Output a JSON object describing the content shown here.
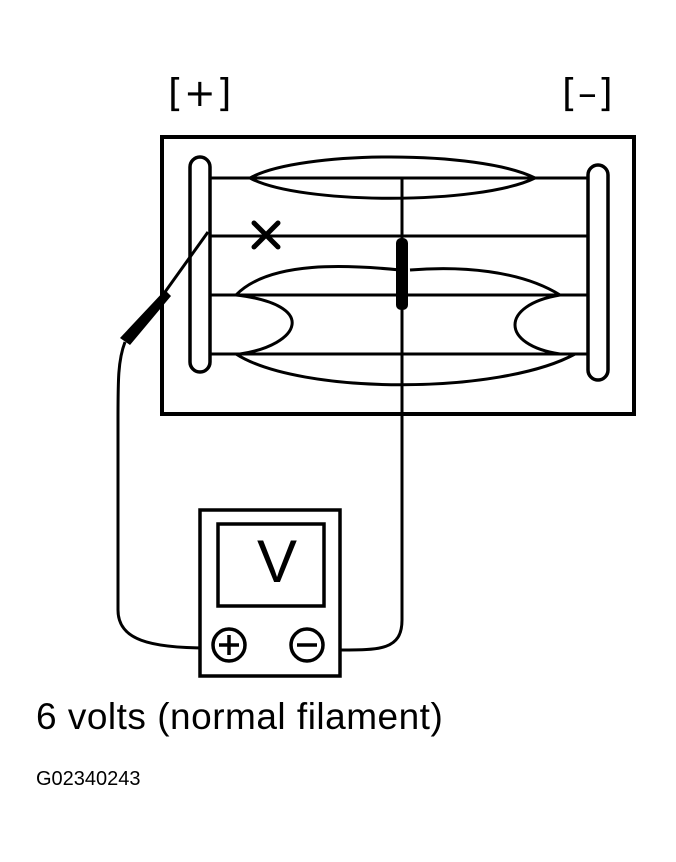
{
  "terminals": {
    "positive_label": "[+]",
    "negative_label": "[–]"
  },
  "voltmeter": {
    "display_letter": "V"
  },
  "caption": "6 volts (normal filament)",
  "figure_id": "G02340243"
}
